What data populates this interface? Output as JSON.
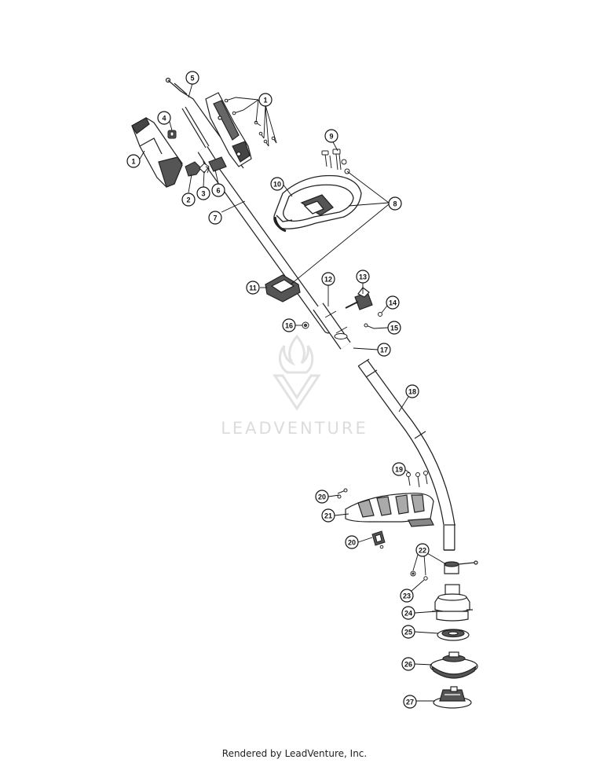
{
  "watermark": {
    "brand": "LEADVENTURE"
  },
  "footer": {
    "text": "Rendered by LeadVenture, Inc."
  },
  "callouts": {
    "c1a": "1",
    "c1b": "1",
    "c2": "2",
    "c3": "3",
    "c4": "4",
    "c5": "5",
    "c6": "6",
    "c7": "7",
    "c8": "8",
    "c9": "9",
    "c10": "10",
    "c11": "11",
    "c12": "12",
    "c13": "13",
    "c14": "14",
    "c15": "15",
    "c16": "16",
    "c17": "17",
    "c18": "18",
    "c19": "19",
    "c20a": "20",
    "c20b": "20",
    "c21": "21",
    "c22": "22",
    "c23": "23",
    "c24": "24",
    "c25": "25",
    "c26": "26",
    "c27": "27"
  }
}
